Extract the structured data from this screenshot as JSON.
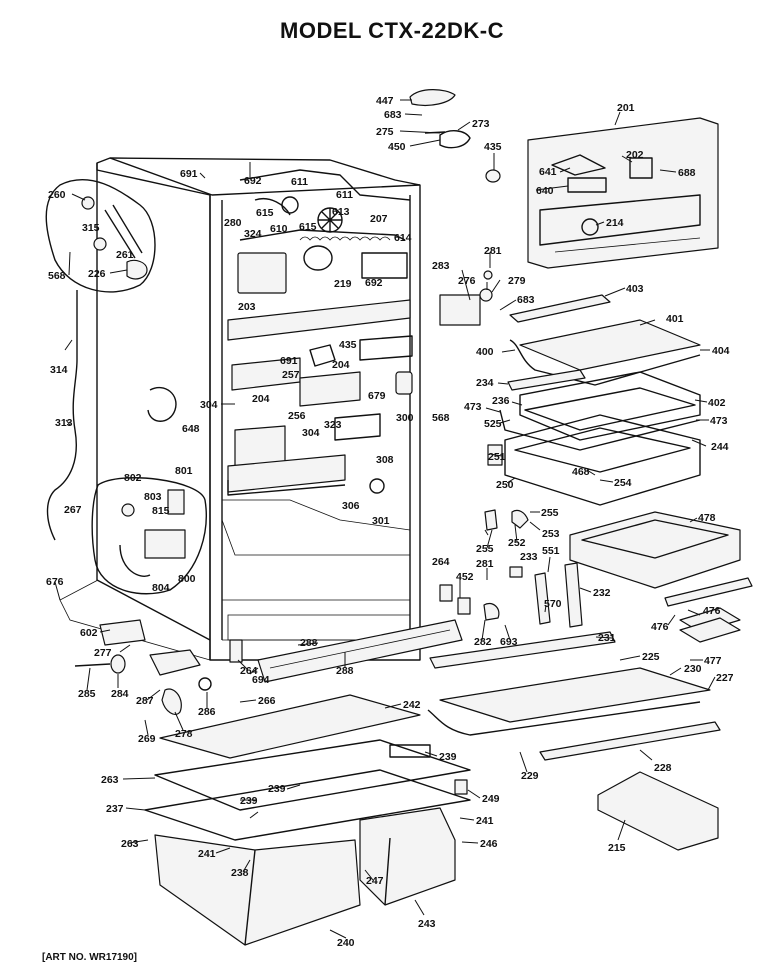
{
  "title": "MODEL CTX-22DK-C",
  "art_number": "[ART NO. WR17190]",
  "parts": [
    {
      "label": "447"
    },
    {
      "label": "683"
    },
    {
      "label": "273"
    },
    {
      "label": "275"
    },
    {
      "label": "450"
    },
    {
      "label": "435"
    },
    {
      "label": "201"
    },
    {
      "label": "691"
    },
    {
      "label": "692"
    },
    {
      "label": "611"
    },
    {
      "label": "611"
    },
    {
      "label": "260"
    },
    {
      "label": "615"
    },
    {
      "label": "610"
    },
    {
      "label": "615"
    },
    {
      "label": "613"
    },
    {
      "label": "207"
    },
    {
      "label": "202"
    },
    {
      "label": "641"
    },
    {
      "label": "688"
    },
    {
      "label": "640"
    },
    {
      "label": "214"
    },
    {
      "label": "315"
    },
    {
      "label": "280"
    },
    {
      "label": "324"
    },
    {
      "label": "614"
    },
    {
      "label": "261"
    },
    {
      "label": "281"
    },
    {
      "label": "568"
    },
    {
      "label": "226"
    },
    {
      "label": "692"
    },
    {
      "label": "283"
    },
    {
      "label": "276"
    },
    {
      "label": "279"
    },
    {
      "label": "219"
    },
    {
      "label": "403"
    },
    {
      "label": "683"
    },
    {
      "label": "203"
    },
    {
      "label": "401"
    },
    {
      "label": "435"
    },
    {
      "label": "400"
    },
    {
      "label": "404"
    },
    {
      "label": "314"
    },
    {
      "label": "691"
    },
    {
      "label": "204"
    },
    {
      "label": "257"
    },
    {
      "label": "234"
    },
    {
      "label": "204"
    },
    {
      "label": "679"
    },
    {
      "label": "236"
    },
    {
      "label": "402"
    },
    {
      "label": "473"
    },
    {
      "label": "473"
    },
    {
      "label": "304"
    },
    {
      "label": "256"
    },
    {
      "label": "300"
    },
    {
      "label": "568"
    },
    {
      "label": "525"
    },
    {
      "label": "313"
    },
    {
      "label": "648"
    },
    {
      "label": "323"
    },
    {
      "label": "304"
    },
    {
      "label": "244"
    },
    {
      "label": "308"
    },
    {
      "label": "251"
    },
    {
      "label": "802"
    },
    {
      "label": "801"
    },
    {
      "label": "468"
    },
    {
      "label": "250"
    },
    {
      "label": "254"
    },
    {
      "label": "803"
    },
    {
      "label": "306"
    },
    {
      "label": "255"
    },
    {
      "label": "815"
    },
    {
      "label": "267"
    },
    {
      "label": "301"
    },
    {
      "label": "253"
    },
    {
      "label": "478"
    },
    {
      "label": "255"
    },
    {
      "label": "252"
    },
    {
      "label": "551"
    },
    {
      "label": "233"
    },
    {
      "label": "281"
    },
    {
      "label": "264"
    },
    {
      "label": "800"
    },
    {
      "label": "804"
    },
    {
      "label": "452"
    },
    {
      "label": "570"
    },
    {
      "label": "232"
    },
    {
      "label": "676"
    },
    {
      "label": "476"
    },
    {
      "label": "476"
    },
    {
      "label": "282"
    },
    {
      "label": "693"
    },
    {
      "label": "602"
    },
    {
      "label": "288"
    },
    {
      "label": "231"
    },
    {
      "label": "477"
    },
    {
      "label": "277"
    },
    {
      "label": "225"
    },
    {
      "label": "230"
    },
    {
      "label": "264"
    },
    {
      "label": "694"
    },
    {
      "label": "227"
    },
    {
      "label": "285"
    },
    {
      "label": "284"
    },
    {
      "label": "288"
    },
    {
      "label": "287"
    },
    {
      "label": "286"
    },
    {
      "label": "266"
    },
    {
      "label": "242"
    },
    {
      "label": "278"
    },
    {
      "label": "269"
    },
    {
      "label": "239"
    },
    {
      "label": "229"
    },
    {
      "label": "228"
    },
    {
      "label": "263"
    },
    {
      "label": "239"
    },
    {
      "label": "249"
    },
    {
      "label": "237"
    },
    {
      "label": "239"
    },
    {
      "label": "241"
    },
    {
      "label": "263"
    },
    {
      "label": "215"
    },
    {
      "label": "241"
    },
    {
      "label": "246"
    },
    {
      "label": "238"
    },
    {
      "label": "247"
    },
    {
      "label": "243"
    },
    {
      "label": "240"
    }
  ]
}
